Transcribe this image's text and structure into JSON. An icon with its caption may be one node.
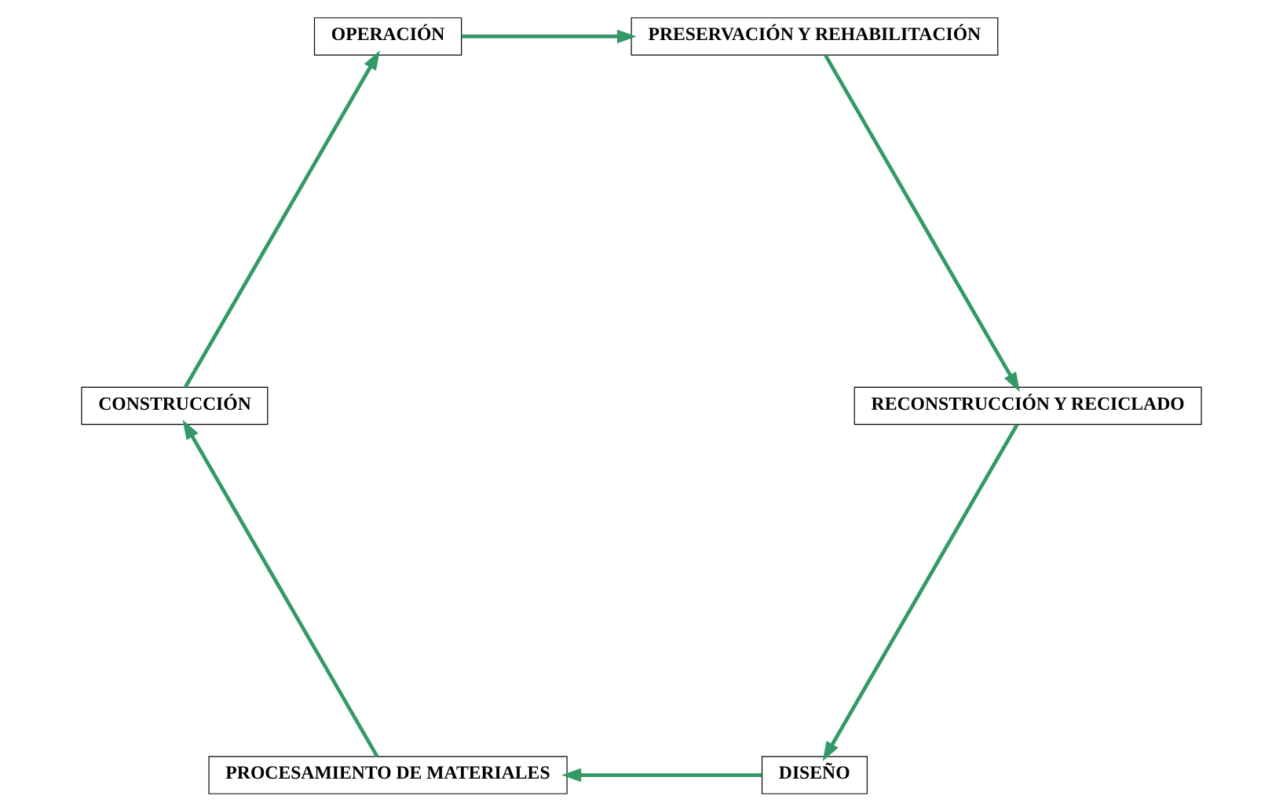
{
  "diagram": {
    "nodes": [
      {
        "text": [
          "DISEÑO"
        ]
      },
      {
        "text": [
          "PROCESAMIENTO DE MATERIALES"
        ]
      },
      {
        "text": [
          "CONSTRUCCIÓN"
        ]
      },
      {
        "text": [
          "OPERACIÓN"
        ]
      },
      {
        "text": [
          "PRESERVACIÓN Y REHABILITACIÓN"
        ]
      },
      {
        "text": [
          "RECONSTRUCCIÓN Y RECICLADO"
        ]
      }
    ],
    "edges": [
      {
        "from": 0,
        "to": 1,
        "arrow": "to"
      },
      {
        "from": 1,
        "to": 2,
        "arrow": "to"
      },
      {
        "from": 2,
        "to": 3,
        "arrow": "to"
      },
      {
        "from": 3,
        "to": 4,
        "arrow": "to"
      },
      {
        "from": 4,
        "to": 5,
        "arrow": "to"
      },
      {
        "from": 5,
        "to": 0,
        "arrow": "to"
      }
    ]
  }
}
